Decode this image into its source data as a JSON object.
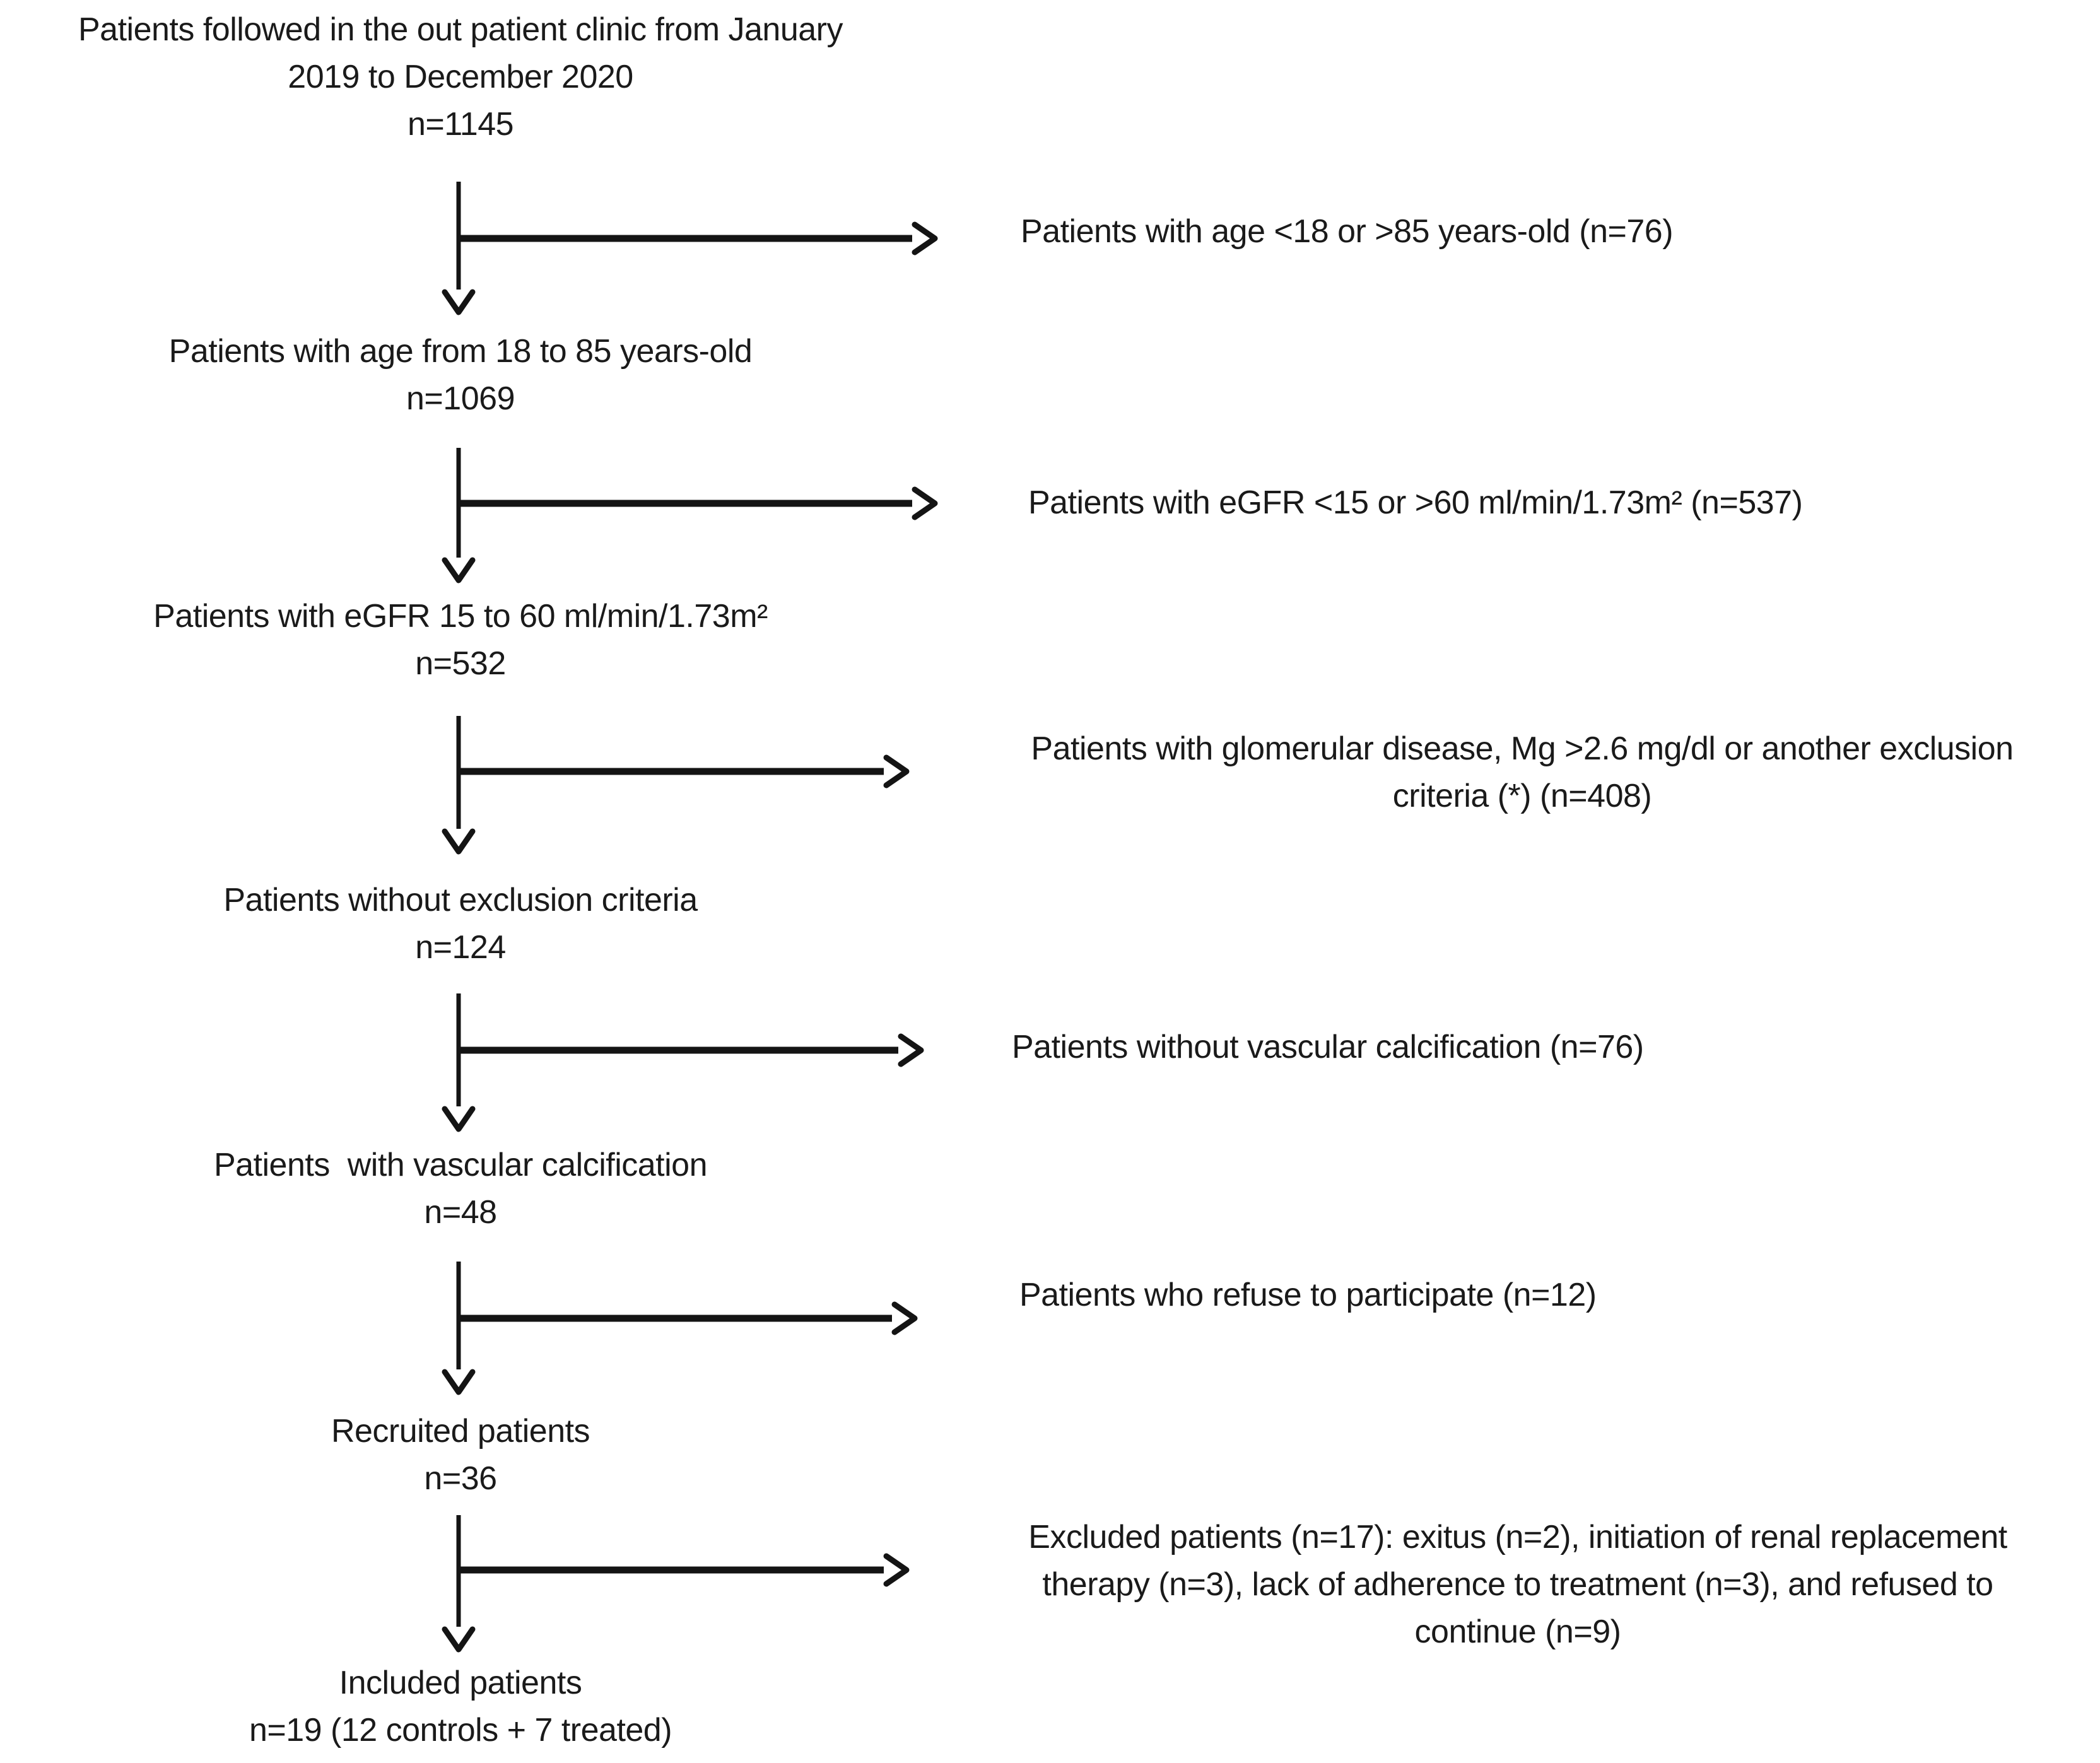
{
  "figure": {
    "background_color": "#ffffff",
    "text_color": "#1a1a1a",
    "line_color": "#141414"
  },
  "flow": {
    "steps": [
      {
        "lines": [
          "Patients followed in the out patient clinic from January",
          "2019 to December 2020",
          "n=1145"
        ],
        "n": 1145,
        "exclusion": {
          "lines": [
            "Patients with age <18 or >85 years-old (n=76)"
          ],
          "n": 76
        }
      },
      {
        "lines": [
          "Patients with age from 18 to 85 years-old",
          "n=1069"
        ],
        "n": 1069,
        "exclusion": {
          "lines": [
            "Patients with eGFR <15 or >60 ml/min/1.73m² (n=537)"
          ],
          "n": 537
        }
      },
      {
        "lines": [
          "Patients with eGFR 15 to 60 ml/min/1.73m²",
          "n=532"
        ],
        "n": 532,
        "exclusion": {
          "lines": [
            "Patients with glomerular disease, Mg >2.6 mg/dl or another exclusion",
            "criteria (*) (n=408)"
          ],
          "n": 408
        }
      },
      {
        "lines": [
          "Patients without exclusion criteria",
          "n=124"
        ],
        "n": 124,
        "exclusion": {
          "lines": [
            "Patients without vascular calcification (n=76)"
          ],
          "n": 76
        }
      },
      {
        "lines": [
          "Patients  with vascular calcification",
          "n=48"
        ],
        "n": 48,
        "exclusion": {
          "lines": [
            "Patients who refuse to participate (n=12)"
          ],
          "n": 12
        }
      },
      {
        "lines": [
          "Recruited patients",
          "n=36"
        ],
        "n": 36,
        "exclusion": {
          "lines": [
            "Excluded patients (n=17): exitus (n=2), initiation of renal replacement",
            "therapy (n=3), lack of adherence to treatment (n=3), and refused to",
            "continue (n=9)"
          ],
          "n": 17
        }
      },
      {
        "lines": [
          "Included patients",
          "n=19 (12 controls + 7 treated)"
        ],
        "n": 19
      }
    ]
  }
}
